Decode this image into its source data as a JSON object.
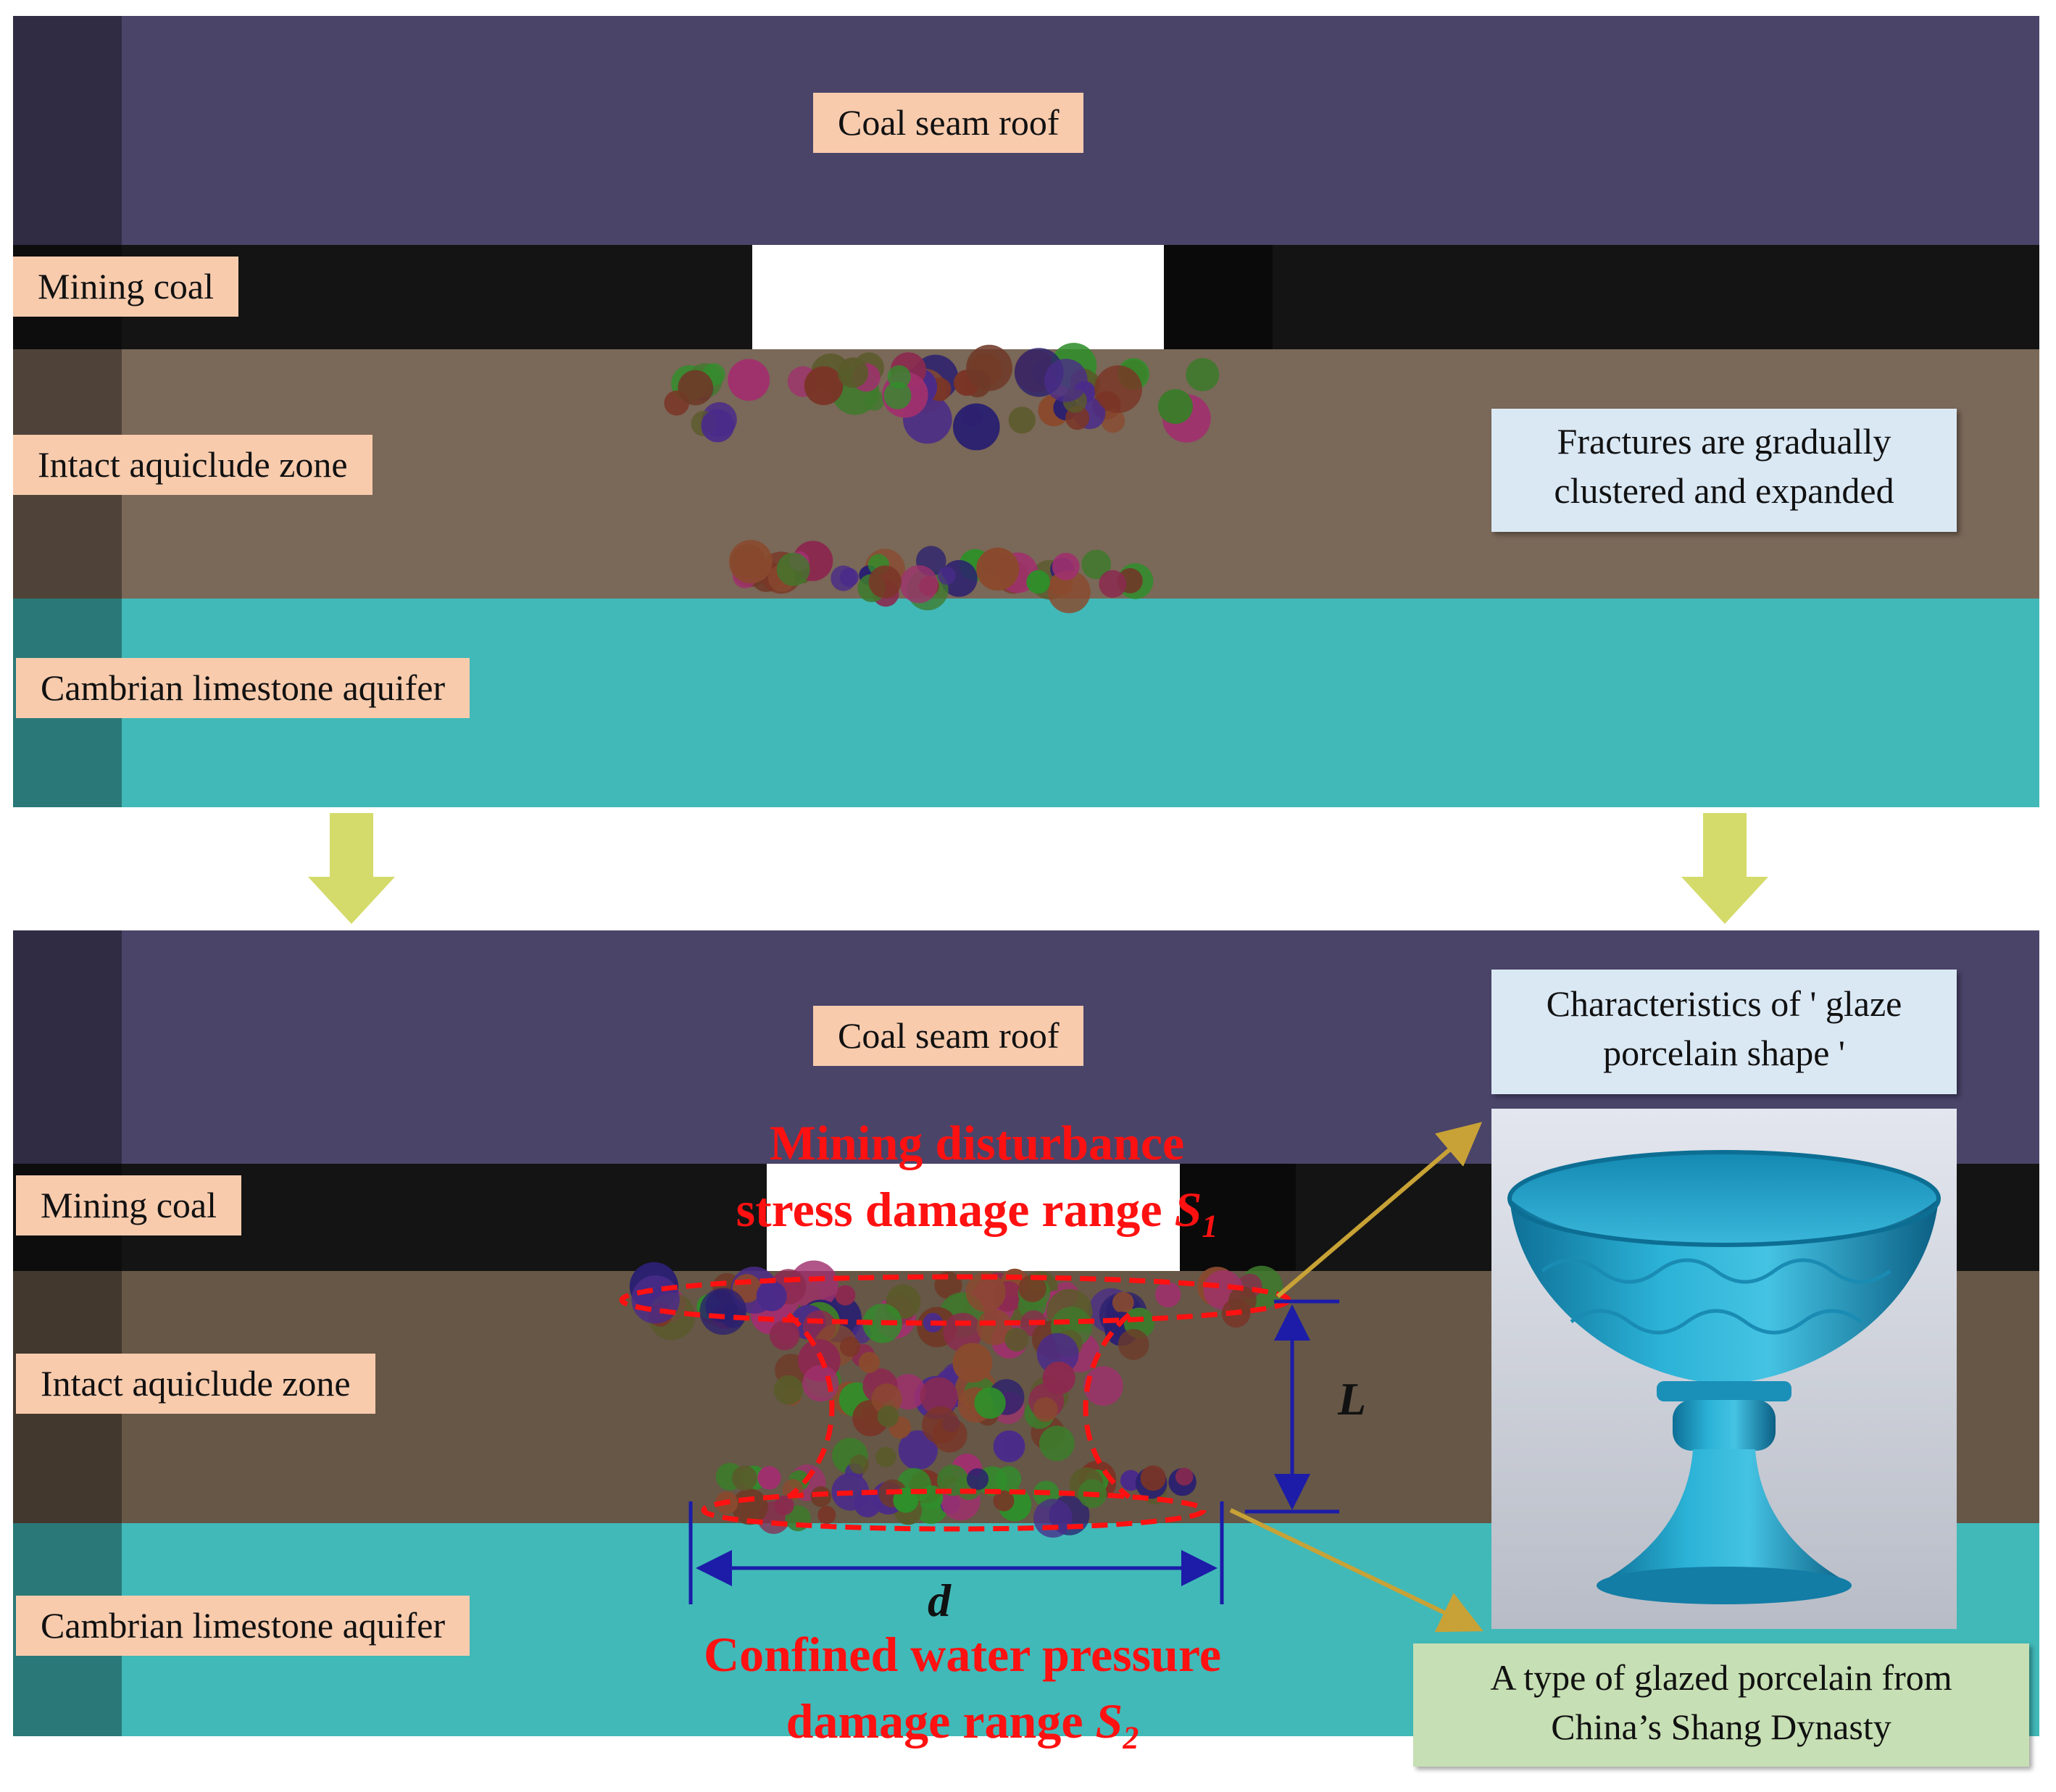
{
  "top_panel": {
    "coal_seam_roof": "Coal seam roof",
    "mining_coal": "Mining coal",
    "intact_aquiclude_zone": "Intact aquiclude zone",
    "cambrian_limestone_aquifer": "Cambrian limestone aquifer",
    "fractures_note": [
      "Fractures are gradually",
      "clustered and expanded"
    ]
  },
  "bottom_panel": {
    "coal_seam_roof": "Coal seam roof",
    "mining_coal": "Mining coal",
    "intact_aquiclude_zone": "Intact aquiclude zone",
    "cambrian_limestone_aquifer": "Cambrian limestone aquifer",
    "mining_disturbance": [
      "Mining disturbance",
      "stress damage range "
    ],
    "s1_symbol": "S",
    "s1_sub": "1",
    "confined_water": [
      "Confined water pressure",
      "damage range "
    ],
    "s2_symbol": "S",
    "s2_sub": "2",
    "dim_L": "L",
    "dim_d": "d",
    "characteristics_note": [
      "Characteristics of ' glaze",
      "porcelain shape '"
    ],
    "porcelain_caption": [
      "A type of glazed porcelain from",
      "China’s Shang Dynasty"
    ]
  },
  "colors": {
    "roof": "#4a4469",
    "coal": "#141414",
    "aquiclude_top": "#7a6858",
    "aquiclude_bottom": "#665747",
    "aquifer": "#41b9b8",
    "label_bg": "#f8cbad",
    "note_blue": "#dae8f4",
    "note_green": "#c6dfb4",
    "arrow_green": "#d4db6a",
    "pointer": "#c8a236",
    "dashed_red": "#ff1111",
    "dimension_blue": "#1c1ca8"
  }
}
